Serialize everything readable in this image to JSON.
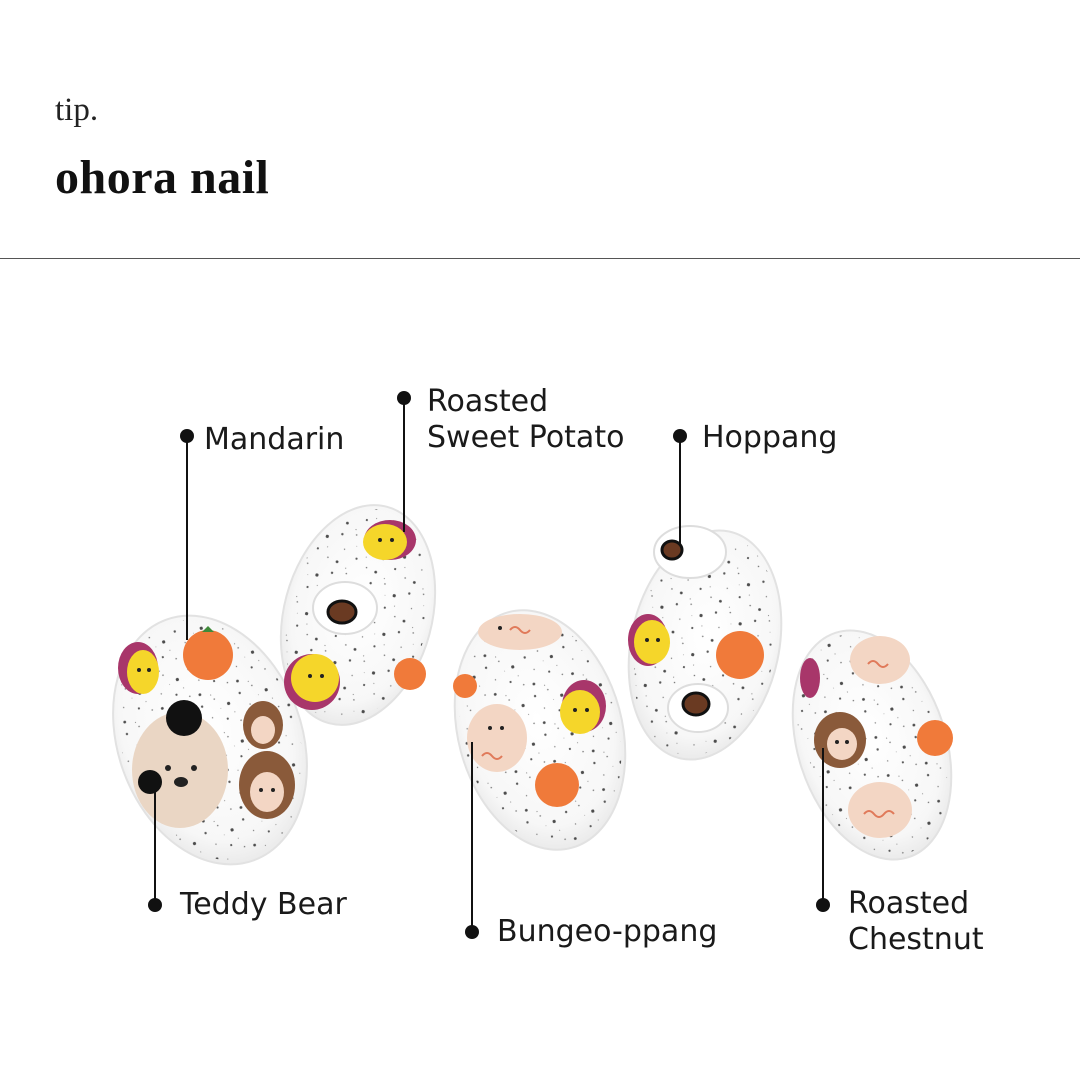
{
  "header": {
    "eyebrow": "tip.",
    "title": "ohora nail"
  },
  "labels": {
    "mandarin": "Mandarin",
    "sweet_potato_line1": "Roasted",
    "sweet_potato_line2": "Sweet Potato",
    "hoppang": "Hoppang",
    "teddy_bear": "Teddy Bear",
    "bungeo_ppang": "Bungeo-ppang",
    "chestnut_line1": "Roasted",
    "chestnut_line2": "Chestnut"
  },
  "colors": {
    "text": "#1a1a1a",
    "mandarin": "#f07a3a",
    "sweet_potato": "#f5d62a",
    "sweet_potato_skin": "#a8366a",
    "chestnut": "#8a5a3a",
    "bungeo": "#f3d6c4",
    "teddy": "#ead6c4"
  }
}
